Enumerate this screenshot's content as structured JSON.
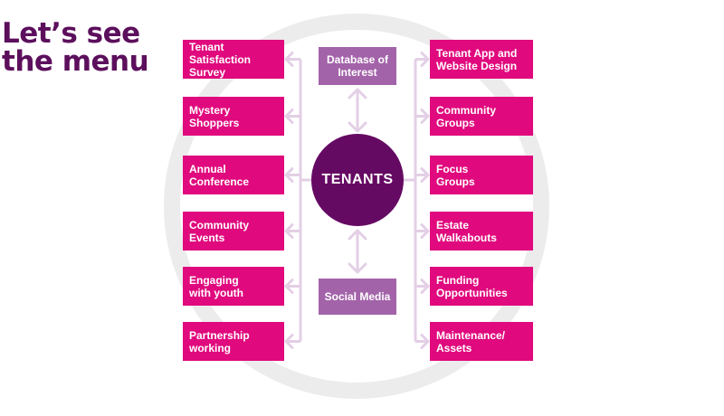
{
  "title": "Let’s see\nthe menu",
  "hub": {
    "label": "TENANTS"
  },
  "top_box": {
    "label": "Database of\nInterest"
  },
  "bottom_box": {
    "label": "Social Media"
  },
  "left_items": [
    {
      "label": "Tenant\nSatisfaction Survey"
    },
    {
      "label": "Mystery\nShoppers"
    },
    {
      "label": "Annual\nConference"
    },
    {
      "label": "Community\nEvents"
    },
    {
      "label": "Engaging\nwith youth"
    },
    {
      "label": "Partnership\nworking"
    }
  ],
  "right_items": [
    {
      "label": "Tenant App and\nWebsite Design"
    },
    {
      "label": "Community\nGroups"
    },
    {
      "label": "Focus\nGroups"
    },
    {
      "label": "Estate\nWalkabouts"
    },
    {
      "label": "Funding\nOpportunities"
    },
    {
      "label": "Maintenance/\nAssets"
    }
  ],
  "colors": {
    "title": "#5c0f5c",
    "hub": "#650a63",
    "pink": "#e0097d",
    "purple": "#a363a9",
    "connector": "#e3cfe6",
    "ring": "#ececec"
  }
}
